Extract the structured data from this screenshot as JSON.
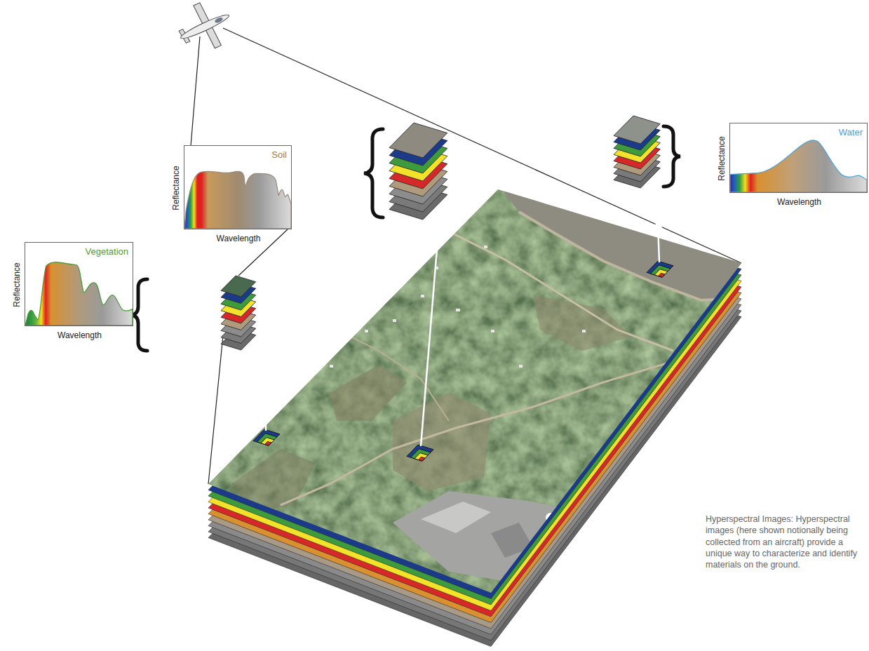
{
  "diagram": {
    "caption": "Hyperspectral Images: Hyperspectral images (here shown notionally being collected from an aircraft) provide a unique way to characterize and identify materials on the ground.",
    "nodes": [
      {
        "text": [
          "Soil",
          "Reflectance",
          "Wavelength"
        ]
      },
      {
        "text": [
          "Water",
          "Reflectance",
          "Wavelength"
        ]
      },
      {
        "text": [
          "Vegetation",
          "Reflectance",
          "Wavelength"
        ]
      }
    ]
  }
}
